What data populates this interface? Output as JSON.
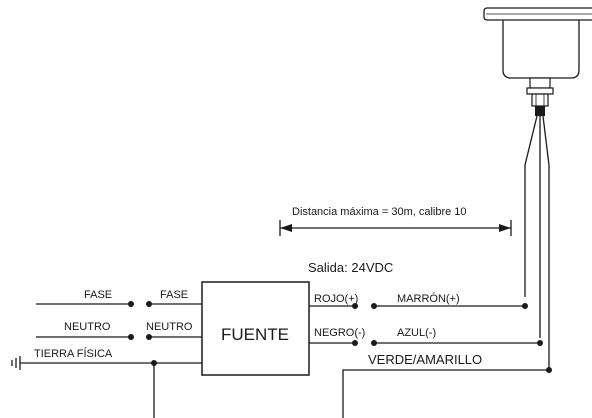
{
  "labels": {
    "distance": "Distancia máxima = 30m, calibre 10",
    "output": "Salida: 24VDC",
    "source": "FUENTE",
    "fase_in": "FASE",
    "fase_box": "FASE",
    "neutro_in": "NEUTRO",
    "neutro_box": "NEUTRO",
    "ground": "TIERRA FÍSICA",
    "rojo": "ROJO(+)",
    "negro": "NEGRO(-)",
    "marron": "MARRÓN(+)",
    "azul": "AZUL(-)",
    "verde": "VERDE/AMARILLO"
  },
  "colors": {
    "line": "#1a1a1a",
    "background": "#ffffff"
  }
}
